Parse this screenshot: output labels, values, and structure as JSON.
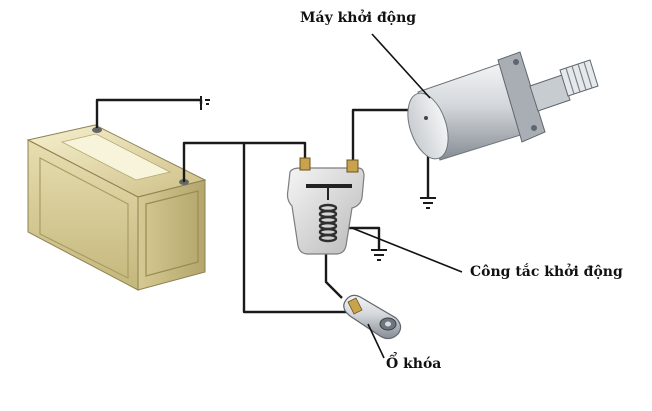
{
  "labels": {
    "starter_motor": "Máy khởi động",
    "starter_switch": "Công tắc khởi động",
    "ignition_lock": "Ổ khóa"
  },
  "colors": {
    "wire": "#1a1a1a",
    "battery_body": "#e3d9a8",
    "battery_shade": "#b9ad76",
    "metal_light": "#eef0f2",
    "metal_dark": "#8e959c",
    "relay_body": "#dcdcdc",
    "coil": "#2e2e2e"
  },
  "icons": {
    "battery": "battery-icon",
    "ground": "ground-icon",
    "starter_motor": "starter-motor-icon",
    "relay": "relay-icon",
    "ignition_key": "ignition-key-icon"
  }
}
